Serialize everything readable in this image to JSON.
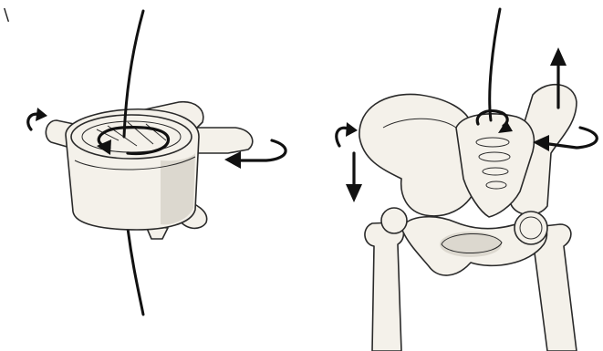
{
  "figure": {
    "corner_mark": "\\",
    "panels": [
      {
        "id": "vertebra",
        "structure": "vertebra",
        "motions": [
          "axial-rotation",
          "lateral-flexion-rotation"
        ]
      },
      {
        "id": "pelvis",
        "structure": "pelvis-sacrum",
        "motions": [
          "axial-rotation",
          "vertical-translation",
          "lateral-rotation"
        ]
      }
    ],
    "colors": {
      "bone_fill": "#f4f1ea",
      "outline": "#2a2a2a",
      "arrow": "#111111"
    }
  }
}
